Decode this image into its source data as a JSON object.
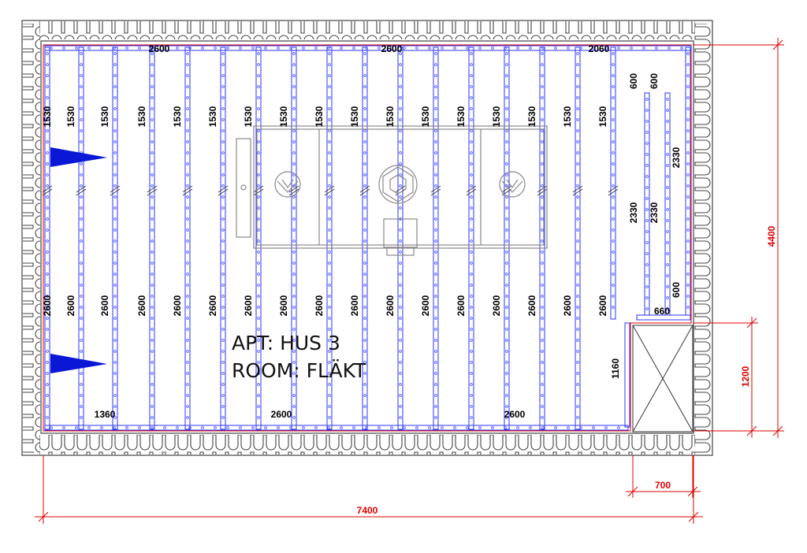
{
  "room": {
    "apt_label": "APT: HUS 3",
    "room_label": "ROOM: FLÄKT"
  },
  "colors": {
    "wall": "#444444",
    "joist": "#2a35ff",
    "dimension": "#e00000",
    "marker": "#0a18d6",
    "equipment": "#888888"
  },
  "dimensions": {
    "top": [
      "2600",
      "2600",
      "2060"
    ],
    "bottom": [
      "1360",
      "2600",
      "2600"
    ],
    "upper_span": "1530",
    "lower_span": "2600",
    "right_zone": [
      "600",
      "600",
      "2330",
      "2330",
      "2330",
      "600",
      "660",
      "1160"
    ],
    "overall_width": "7400",
    "overall_height": "4400",
    "alcove_width": "700",
    "alcove_height": "1200"
  }
}
